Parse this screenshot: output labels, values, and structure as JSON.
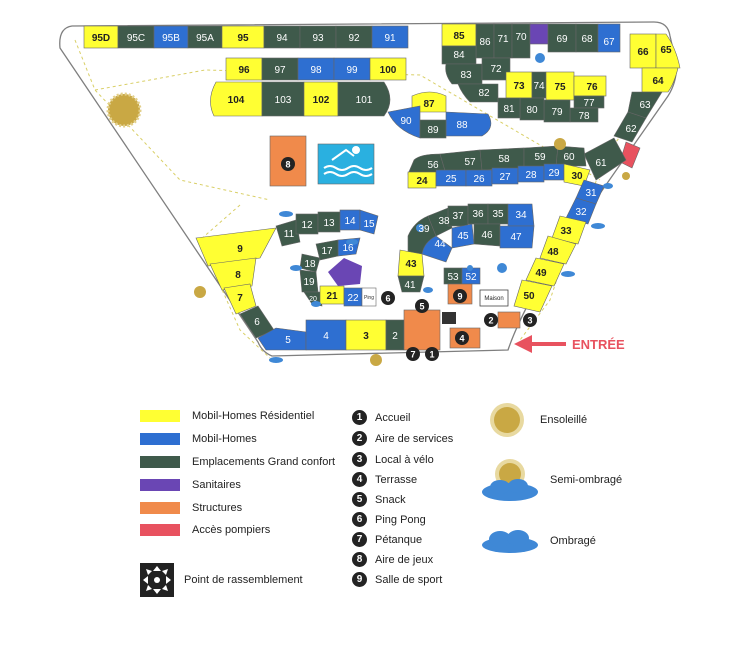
{
  "entrance": {
    "label": "ENTRÉE",
    "color": "#e8525f"
  },
  "colors": {
    "residentiel": "#ffff33",
    "mobil": "#2e6fd1",
    "grand": "#3f5a4b",
    "sanitaires": "#6a46b4",
    "structures": "#f08a4b",
    "pompiers": "#e8525f",
    "sun": "#c9a844",
    "cloud": "#3f88d6"
  },
  "pitches": {
    "p95D": "95D",
    "p95C": "95C",
    "p95B": "95B",
    "p95A": "95A",
    "p95": "95",
    "p94": "94",
    "p93": "93",
    "p92": "92",
    "p91": "91",
    "p96": "96",
    "p97": "97",
    "p98": "98",
    "p99": "99",
    "p100": "100",
    "p104": "104",
    "p103": "103",
    "p102": "102",
    "p101": "101",
    "p85": "85",
    "p86": "86",
    "p71": "71",
    "p70": "70",
    "p69": "69",
    "p68": "68",
    "p67": "67",
    "p84": "84",
    "p83": "83",
    "p72": "72",
    "p82": "82",
    "p73": "73",
    "p74": "74",
    "p75": "75",
    "p76": "76",
    "p77": "77",
    "p78": "78",
    "p79": "79",
    "p80": "80",
    "p81": "81",
    "p87": "87",
    "p90": "90",
    "p88": "88",
    "p89": "89",
    "p66": "66",
    "p65": "65",
    "p64": "64",
    "p63": "63",
    "p62": "62",
    "p61": "61",
    "p56": "56",
    "p57": "57",
    "p58": "58",
    "p59": "59",
    "p60": "60",
    "p24": "24",
    "p25": "25",
    "p26": "26",
    "p27": "27",
    "p28": "28",
    "p29": "29",
    "p30": "30",
    "p31": "31",
    "p32": "32",
    "p33": "33",
    "p48": "48",
    "p49": "49",
    "p50": "50",
    "p11": "11",
    "p12": "12",
    "p13": "13",
    "p14": "14",
    "p15": "15",
    "p16": "16",
    "p17": "17",
    "p18": "18",
    "p19": "19",
    "p20": "20",
    "p21": "21",
    "p22": "22",
    "p39": "39",
    "p38": "38",
    "p37": "37",
    "p36": "36",
    "p35": "35",
    "p34": "34",
    "p44": "44",
    "p45": "45",
    "p46": "46",
    "p47": "47",
    "p43": "43",
    "p41": "41",
    "p53": "53",
    "p52": "52",
    "p9": "9",
    "p8": "8",
    "p7": "7",
    "p6": "6",
    "p5": "5",
    "p4": "4",
    "p3": "3",
    "p2": "2"
  },
  "buildings": {
    "maison": "Maison",
    "ping": "Ping"
  },
  "markers": {
    "m1": "1",
    "m2": "2",
    "m3": "3",
    "m4": "4",
    "m5": "5",
    "m6": "6",
    "m7": "7",
    "m8": "8",
    "m9": "9"
  },
  "legend": {
    "categories": [
      {
        "label": "Mobil-Homes Résidentiel"
      },
      {
        "label": "Mobil-Homes"
      },
      {
        "label": "Emplacements Grand confort"
      },
      {
        "label": "Sanitaires"
      },
      {
        "label": "Structures"
      },
      {
        "label": "Accès pompiers"
      }
    ],
    "rassemblement": "Point de rassemblement",
    "facilities": [
      {
        "num": "1",
        "label": "Accueil"
      },
      {
        "num": "2",
        "label": "Aire de services"
      },
      {
        "num": "3",
        "label": "Local à vélo"
      },
      {
        "num": "4",
        "label": "Terrasse"
      },
      {
        "num": "5",
        "label": "Snack"
      },
      {
        "num": "6",
        "label": "Ping Pong"
      },
      {
        "num": "7",
        "label": "Pétanque"
      },
      {
        "num": "8",
        "label": "Aire de jeux"
      },
      {
        "num": "9",
        "label": "Salle de sport"
      }
    ],
    "shade": [
      {
        "label": "Ensoleillé"
      },
      {
        "label": "Semi-ombragé"
      },
      {
        "label": "Ombragé"
      }
    ]
  }
}
